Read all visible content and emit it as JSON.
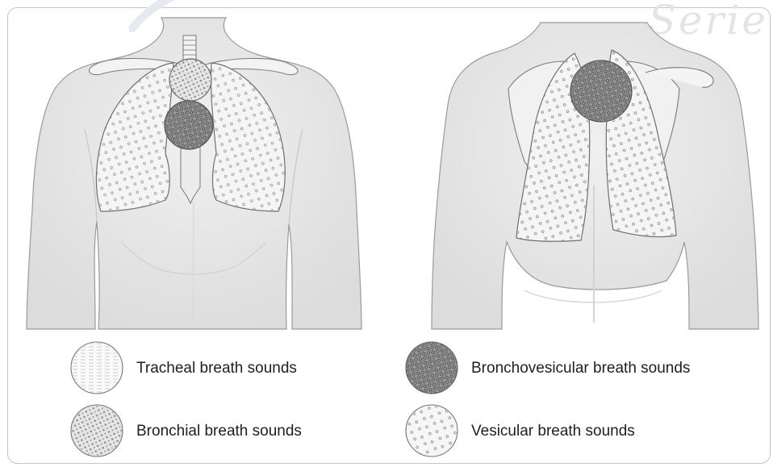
{
  "watermark": "Serie",
  "legend": {
    "tracheal": "Tracheal breath sounds",
    "bronchial": "Bronchial breath sounds",
    "bronchovesicular": "Bronchovesicular breath sounds",
    "vesicular": "Vesicular breath sounds"
  },
  "colors": {
    "skin": "#ececec",
    "skin_shadow": "#d6d6d6",
    "outline": "#7a7a7a",
    "lung_fill": "#f4f4f4",
    "frame": "#c4c4c4"
  },
  "icons": {
    "tracheal": "tracheal-pattern-icon",
    "bronchial": "bronchial-pattern-icon",
    "bronchovesicular": "bronchovesicular-pattern-icon",
    "vesicular": "vesicular-pattern-icon"
  }
}
